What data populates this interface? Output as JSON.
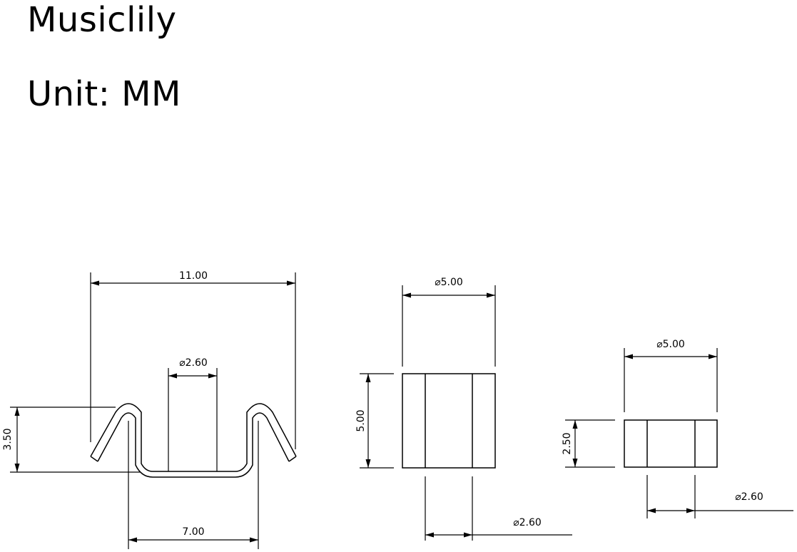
{
  "header": {
    "brand": "Musiclily",
    "unit": "Unit: MM"
  },
  "drawing": {
    "clip_view": {
      "width": "11.00",
      "inner_diameter": "⌀2.60",
      "height": "3.50",
      "base_width": "7.00"
    },
    "tall_cylinder": {
      "diameter": "⌀5.00",
      "height": "5.00",
      "bore_diameter": "⌀2.60"
    },
    "short_cylinder": {
      "diameter": "⌀5.00",
      "height": "2.50",
      "bore_diameter": "⌀2.60"
    }
  }
}
